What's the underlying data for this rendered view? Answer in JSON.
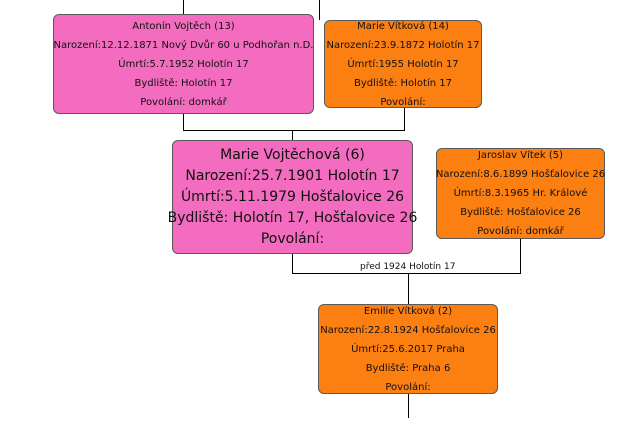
{
  "persons": {
    "father": {
      "name": "Antonín Vojtěch (13)",
      "born": "Narození:12.12.1871 Nový Dvůr 60 u Podhořan n.D.",
      "died": "Úmrtí:5.7.1952  Holotín 17",
      "residence": "Bydliště: Holotín 17",
      "occupation": "Povolání: domkář"
    },
    "mother": {
      "name": "Marie Vítková (14)",
      "born": "Narození:23.9.1872 Holotín 17",
      "died": "Úmrtí:1955  Holotín 17",
      "residence": "Bydliště: Holotín 17",
      "occupation": "Povolání:"
    },
    "main": {
      "name": "Marie Vojtěchová (6)",
      "born": "Narození:25.7.1901 Holotín 17",
      "died": "Úmrtí:5.11.1979  Hošťalovice 26",
      "residence": "Bydliště: Holotín 17, Hošťalovice 26",
      "occupation": "Povolání:"
    },
    "spouse": {
      "name": "Jaroslav Vítek (5)",
      "born": "Narození:8.6.1899 Hošťalovice 26",
      "died": "Úmrtí:8.3.1965  Hr. Králové",
      "residence": "Bydliště: Hošťalovice 26",
      "occupation": "Povolání: domkář"
    },
    "child": {
      "name": "Emilie Vítková (2)",
      "born": "Narození:22.8.1924 Hošťalovice 26",
      "died": "Úmrtí:25.6.2017  Praha",
      "residence": "Bydliště: Praha 6",
      "occupation": "Povolání:"
    }
  },
  "marriage_label": "před 1924 Holotín 17",
  "colors": {
    "female": "#f36cbf",
    "male": "#fc7f12",
    "border": "#5a5a5a",
    "connector": "#000000"
  }
}
